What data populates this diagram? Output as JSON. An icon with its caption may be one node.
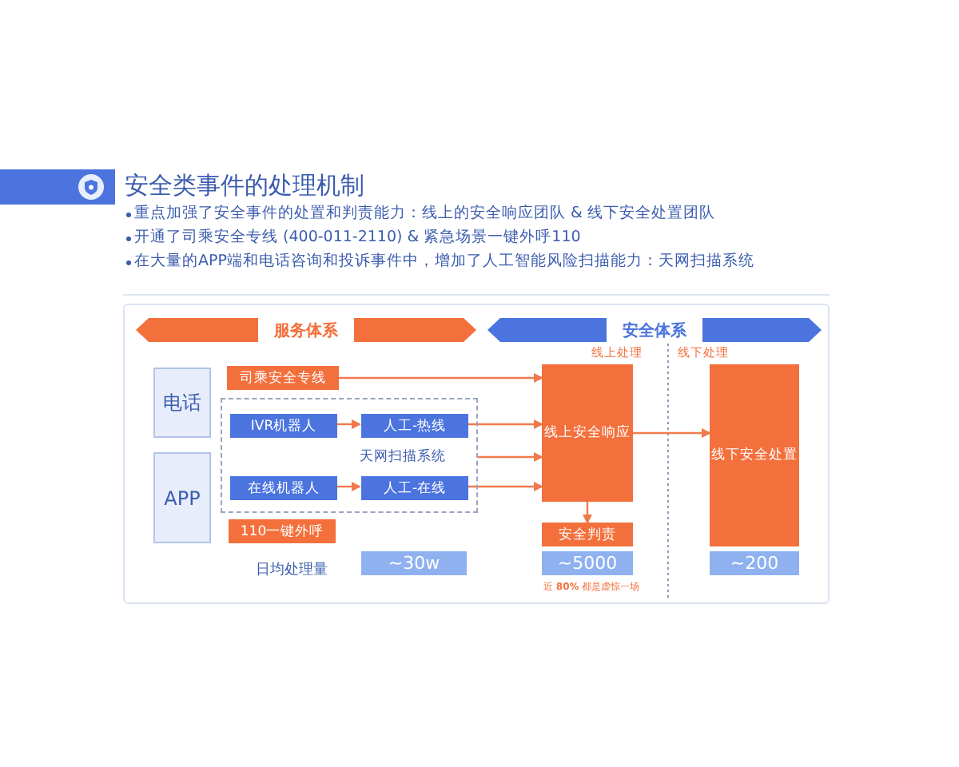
{
  "diagram": {
    "title": "安全类事件的处理机制",
    "nodes": [
      {
        "text": [
          "服务体系"
        ]
      },
      {
        "text": [
          "安全体系"
        ]
      },
      {
        "text": [
          "电话"
        ]
      },
      {
        "text": [
          "APP"
        ]
      },
      {
        "text": [
          "司乘安全专线"
        ]
      },
      {
        "text": [
          "天网扫描系统"
        ]
      },
      {
        "text": [
          "IVR机器人"
        ],
        "in": 5
      },
      {
        "text": [
          "人工-热线"
        ],
        "in": 5
      },
      {
        "text": [
          "在线机器人"
        ],
        "in": 5
      },
      {
        "text": [
          "人工-在线"
        ],
        "in": 5
      },
      {
        "text": [
          "110一键外呼"
        ]
      },
      {
        "text": [
          "~30w"
        ]
      },
      {
        "text": [
          "线上安全响应"
        ]
      },
      {
        "text": [
          "安全判责"
        ]
      },
      {
        "text": [
          "~5000"
        ],
        "beside": [
          "近 **80%** 都是虚惊一场"
        ]
      },
      {
        "text": [
          "线下安全处置"
        ]
      },
      {
        "text": [
          "~200"
        ]
      }
    ],
    "edges": [
      {
        "from": 4,
        "to": 12,
        "arrow": "to"
      },
      {
        "from": 6,
        "to": 7,
        "arrow": "to"
      },
      {
        "from": 7,
        "to": 12,
        "arrow": "to"
      },
      {
        "from": 5,
        "to": 12,
        "arrow": "to"
      },
      {
        "from": 8,
        "to": 9,
        "arrow": "to"
      },
      {
        "from": 9,
        "to": 12,
        "arrow": "to"
      },
      {
        "from": 12,
        "to": 13,
        "arrow": "to"
      },
      {
        "from": 12,
        "to": 15,
        "arrow": "to"
      }
    ],
    "labels": [
      "重点加强了安全事件的处置和判责能力：线上的安全响应团队 & 线下安全处置团队",
      "开通了司乘安全专线 (400-011-2110) & 紧急场景一键外呼110",
      "在大量的APP端和电话咨询和投诉事件中，增加了人工智能风险扫描能力：天网扫描系统",
      "线上处理",
      "线下处理",
      "日均处理量"
    ]
  }
}
